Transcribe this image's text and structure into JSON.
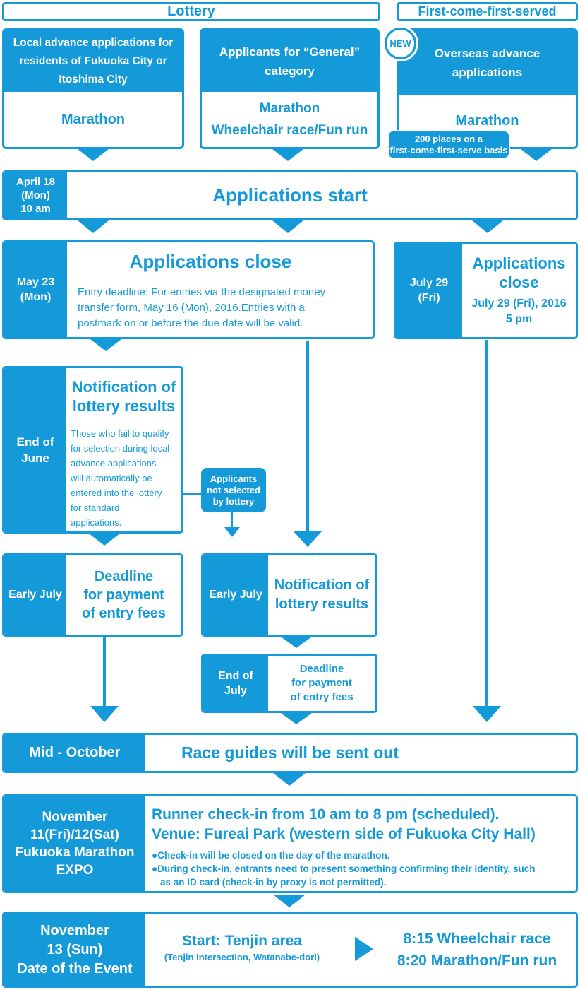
{
  "colors": {
    "primary": "#149ad9",
    "background": "#ffffff"
  },
  "headers": {
    "lottery": "Lottery",
    "first_come": "First-come-first-served"
  },
  "columns": {
    "local": {
      "title": "Local advance applications for\nresidents of Fukuoka City or\nItoshima City",
      "races": "Marathon"
    },
    "general": {
      "title": "Applicants for “General”\ncategory",
      "races": "Marathon\nWheelchair race/Fun run"
    },
    "overseas": {
      "title": "Overseas advance\napplications",
      "races": "Marathon",
      "badge": "NEW",
      "note": "200 places on a\nfirst-come-first-serve basis"
    }
  },
  "steps": {
    "start": {
      "date": "April 18\n(Mon)\n10 am",
      "title": "Applications start"
    },
    "close_lottery": {
      "date": "May 23\n(Mon)",
      "title": "Applications close",
      "body": "Entry deadline: For entries via the designated money\ntransfer form, May 16 (Mon), 2016.Entries with a\npostmark on or before the due date will be valid."
    },
    "close_fcfs": {
      "date": "July 29\n(Fri)",
      "title": "Applications\nclose",
      "body": "July 29 (Fri), 2016\n5 pm"
    },
    "lottery_local": {
      "date": "End of\nJune",
      "title": "Notification of\nlottery results",
      "body": "Those who fail to qualify\nfor selection during local\nadvance applications\nwill automatically be\nentered into the lottery\nfor standard\napplications."
    },
    "not_selected": {
      "label": "Applicants\nnot selected\nby lottery"
    },
    "payment_local": {
      "date": "Early July",
      "title": "Deadline\nfor payment\nof entry fees"
    },
    "lottery_general": {
      "date": "Early July",
      "title": "Notification of\nlottery results"
    },
    "payment_general": {
      "date": "End of\nJuly",
      "title": "Deadline\nfor payment\nof entry fees"
    },
    "race_guides": {
      "date": "Mid - October",
      "title": "Race guides will be sent out"
    },
    "expo": {
      "date": "November\n11(Fri)/12(Sat)\nFukuoka Marathon\nEXPO",
      "line1": "Runner check-in from 10 am to 8 pm (scheduled).",
      "line2": "Venue: Fureai Park (western side of Fukuoka City Hall)",
      "bullets": [
        "●Check-in will be closed on the day of the marathon.",
        "●During check-in, entrants need to present something confirming their identity, such\nas an ID card (check-in by proxy is not permitted)."
      ]
    },
    "event": {
      "date": "November\n13 (Sun)\nDate of the Event",
      "start": "Start: Tenjin area",
      "start_note": "(Tenjin Intersection, Watanabe-dori)",
      "times": "8:15 Wheelchair race\n8:20 Marathon/Fun run"
    }
  }
}
